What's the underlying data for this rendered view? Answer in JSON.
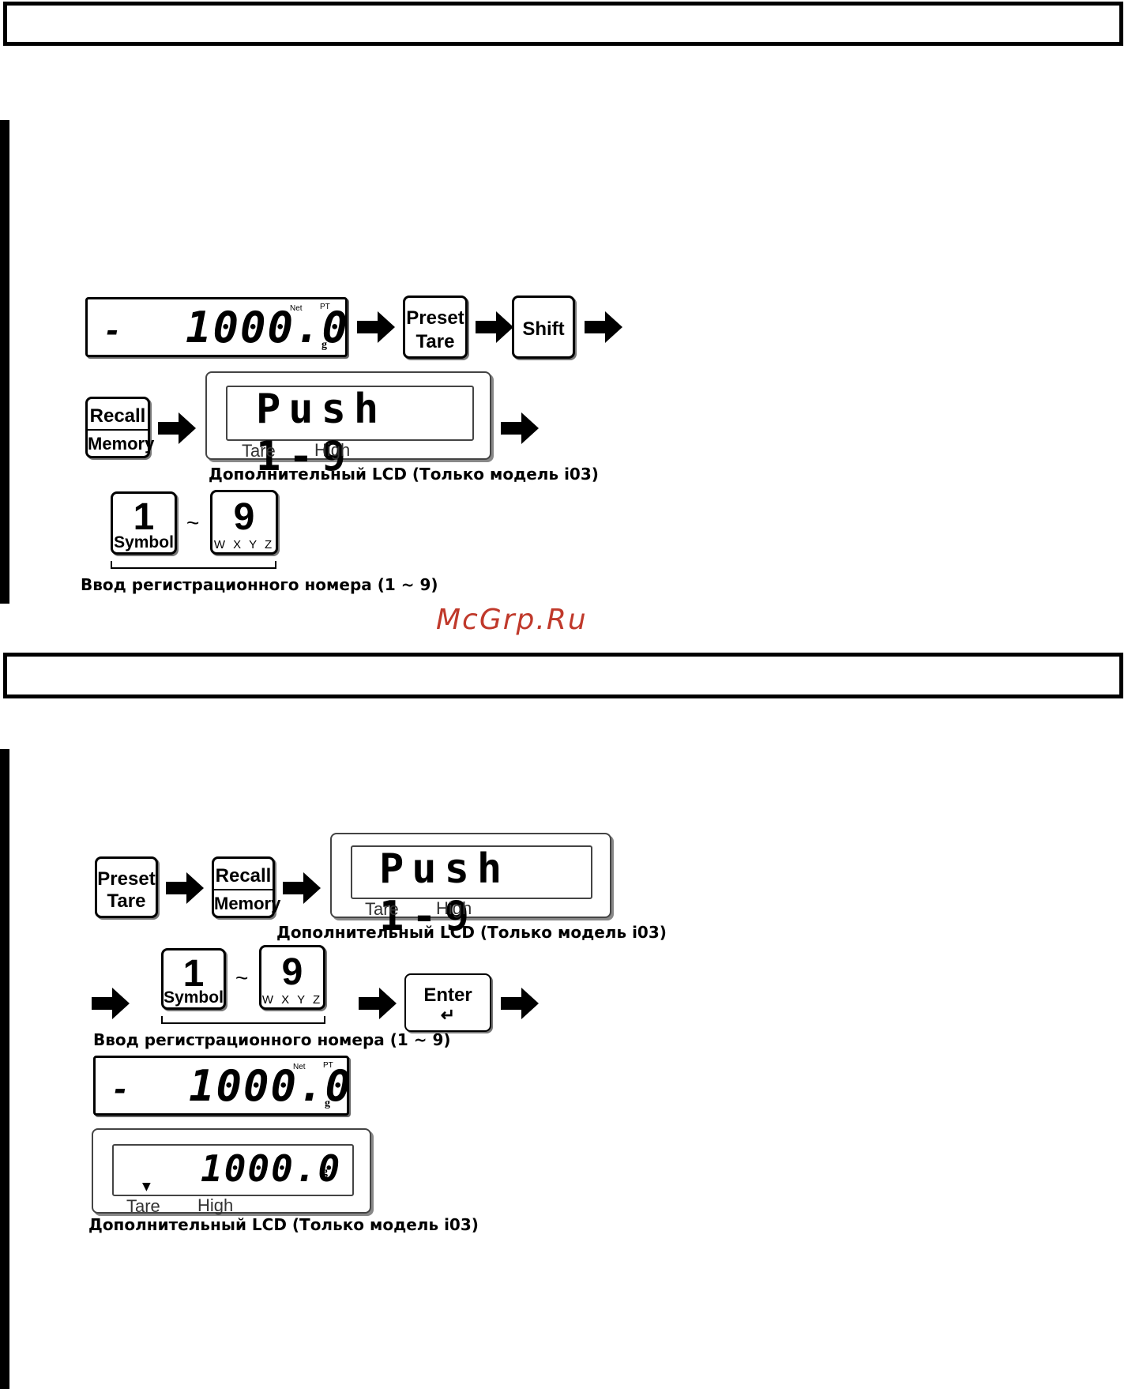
{
  "colors": {
    "watermark": "#c0392b",
    "ink": "#000000",
    "paper": "#ffffff"
  },
  "watermark": "McGrp.Ru",
  "lcd_main": {
    "sign": "-",
    "value": "1000.0",
    "net": "Net",
    "pt": "PT",
    "unit": "g"
  },
  "keys": {
    "preset_tare": {
      "top": "Preset",
      "bottom": "Tare"
    },
    "shift": {
      "label": "Shift"
    },
    "recall_memory": {
      "top": "Recall",
      "bottom": "Memory"
    },
    "one_symbol": {
      "num": "1",
      "sub": "Symbol"
    },
    "nine_wxyz": {
      "num": "9",
      "letters": "W X Y Z"
    },
    "enter": {
      "label": "Enter",
      "symbol": "↵"
    }
  },
  "sub_lcd_push": {
    "text": "Push 1-9",
    "tare": "Tare",
    "high": "High"
  },
  "sub_lcd_value": {
    "value": "1000.0",
    "unit": "g",
    "tare": "Tare",
    "high": "High",
    "marker": "▼"
  },
  "tilde": "~",
  "captions": {
    "sub_lcd": "Дополнительный LCD (Только модель i03)",
    "reg_number": "Ввод регистрационного номера (1 ~ 9)"
  },
  "icons": [
    "right-arrow-icon",
    "enter-arrow-icon",
    "down-triangle-icon"
  ]
}
